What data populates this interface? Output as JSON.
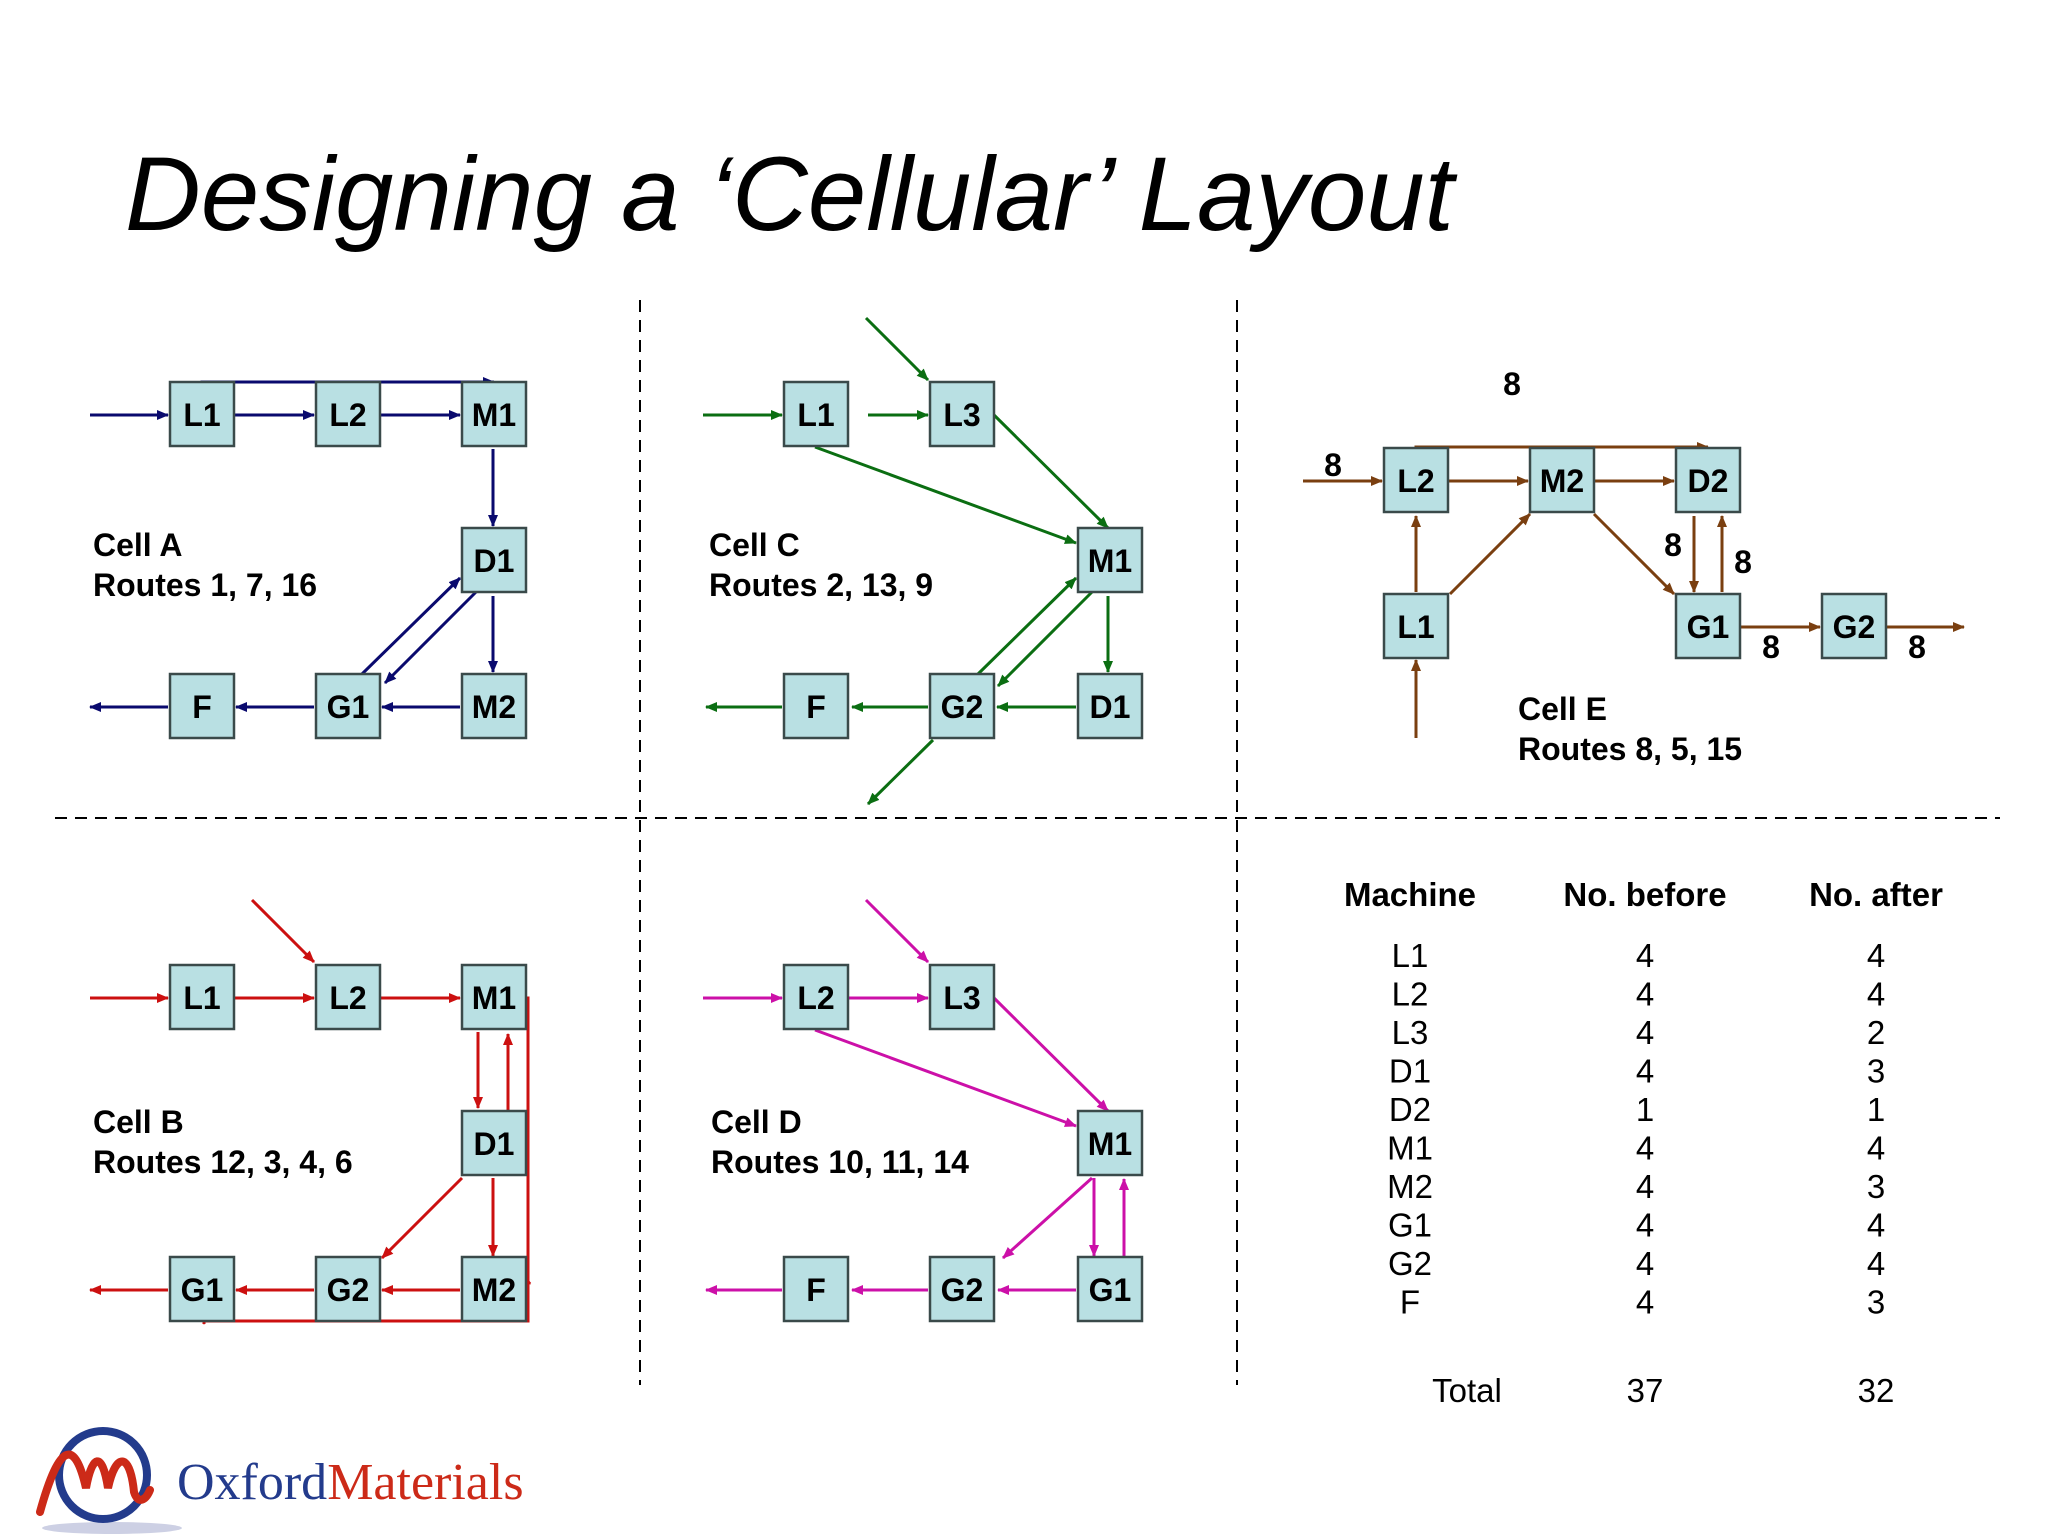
{
  "title": "Designing a ‘Cellular’ Layout",
  "colors": {
    "cell_a": "#0a0a6e",
    "cell_b": "#cc1010",
    "cell_c": "#0b6e12",
    "cell_d": "#cc10a8",
    "cell_e": "#7a3f10",
    "box_fill": "#b9e0e3",
    "logo_blue": "#233b8c",
    "logo_red": "#cc2a18"
  },
  "cells": {
    "a": {
      "name": "Cell A",
      "routes": "Routes 1, 7, 16",
      "machines": {
        "l1": "L1",
        "l2": "L2",
        "m1": "M1",
        "d1": "D1",
        "f": "F",
        "g1": "G1",
        "m2": "M2"
      }
    },
    "b": {
      "name": "Cell B",
      "routes": "Routes 12, 3, 4, 6",
      "machines": {
        "l1": "L1",
        "l2": "L2",
        "m1": "M1",
        "d1": "D1",
        "g1": "G1",
        "g2": "G2",
        "m2": "M2"
      }
    },
    "c": {
      "name": "Cell C",
      "routes": "Routes 2, 13, 9",
      "machines": {
        "l1": "L1",
        "l3": "L3",
        "m1": "M1",
        "f": "F",
        "g2": "G2",
        "d1": "D1"
      }
    },
    "d": {
      "name": "Cell D",
      "routes": "Routes 10, 11, 14",
      "machines": {
        "l2": "L2",
        "l3": "L3",
        "m1": "M1",
        "f": "F",
        "g2": "G2",
        "g1": "G1"
      }
    },
    "e": {
      "name": "Cell E",
      "routes": "Routes 8, 5, 15",
      "machines": {
        "l2": "L2",
        "m2": "M2",
        "d2": "D2",
        "l1": "L1",
        "g1": "G1",
        "g2": "G2"
      },
      "flow_labels": {
        "top": "8",
        "in": "8",
        "m2_g1": "8",
        "g1_d2": "8",
        "g1_g2": "8",
        "out": "8"
      }
    }
  },
  "table": {
    "headers": [
      "Machine",
      "No. before",
      "No. after"
    ],
    "rows": [
      [
        "L1",
        "4",
        "4"
      ],
      [
        "L2",
        "4",
        "4"
      ],
      [
        "L3",
        "4",
        "2"
      ],
      [
        "D1",
        "4",
        "3"
      ],
      [
        "D2",
        "1",
        "1"
      ],
      [
        "M1",
        "4",
        "4"
      ],
      [
        "M2",
        "4",
        "3"
      ],
      [
        "G1",
        "4",
        "4"
      ],
      [
        "G2",
        "4",
        "4"
      ],
      [
        "F",
        "4",
        "3"
      ]
    ],
    "total": [
      "Total",
      "37",
      "32"
    ]
  },
  "logo": {
    "part1": "Oxford",
    "part2": "Materials",
    "mark_icon": "oxford-materials-mark-icon"
  }
}
